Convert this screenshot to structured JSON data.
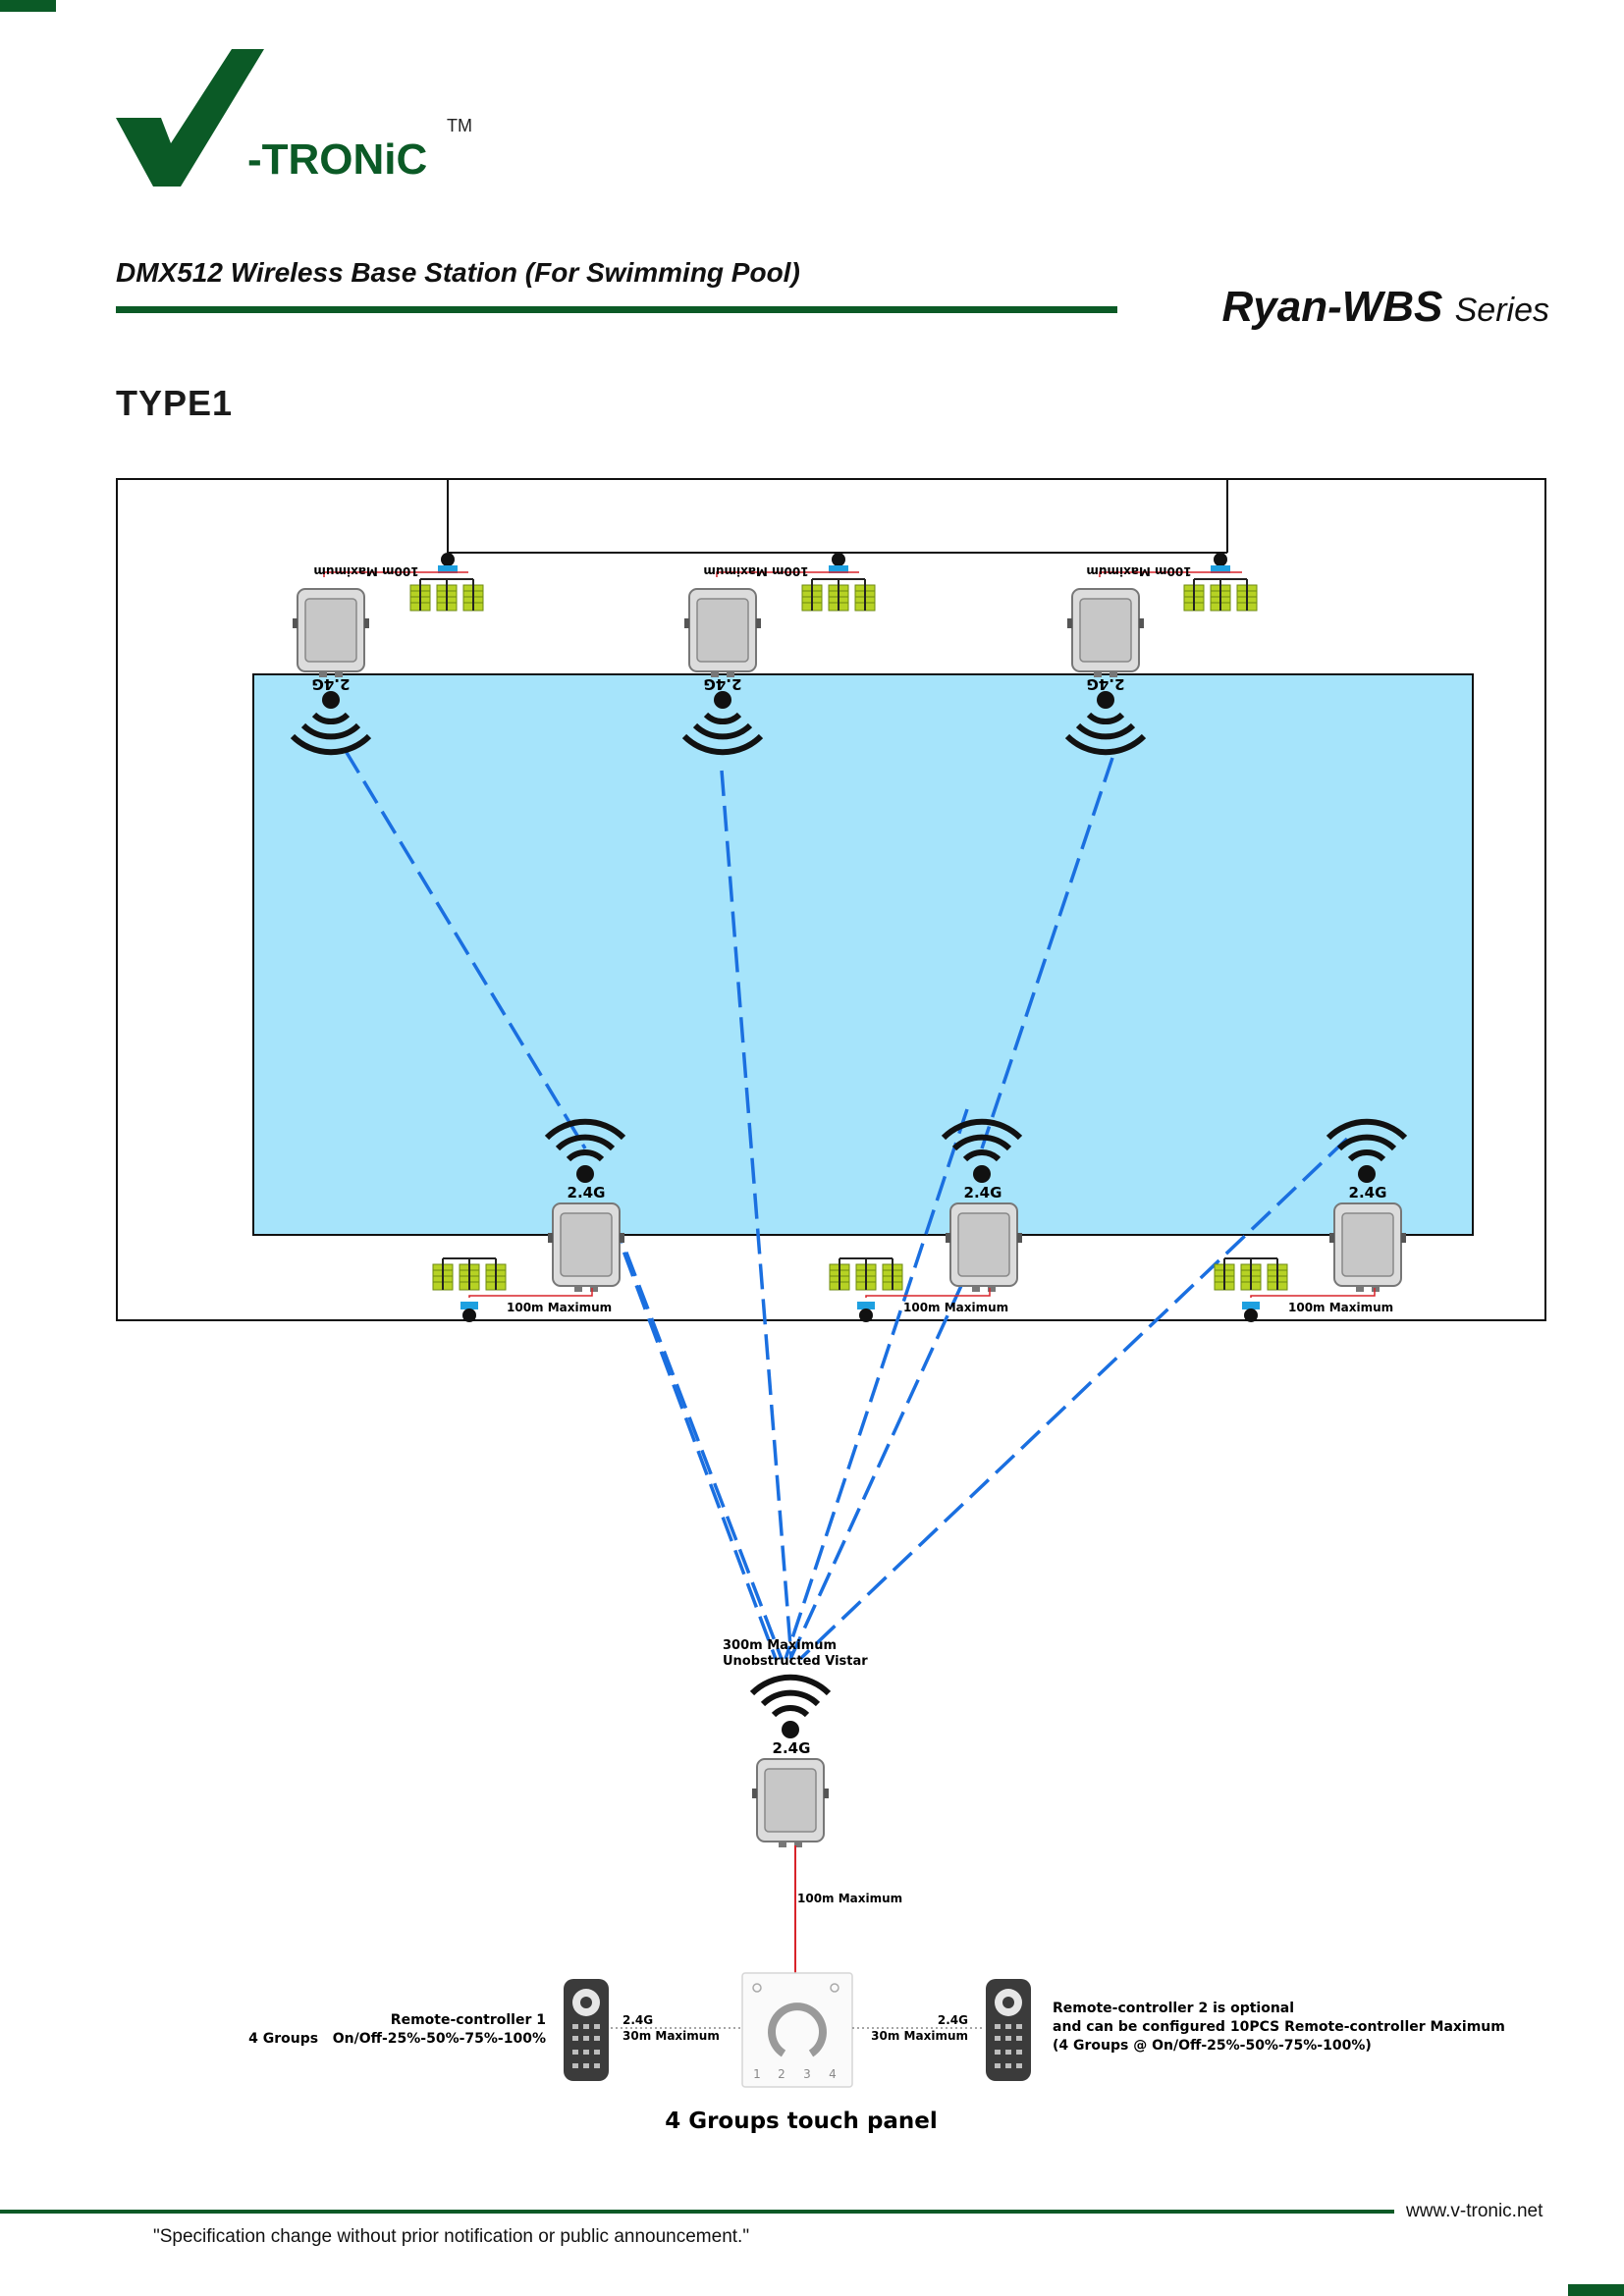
{
  "brand": {
    "name": "-TRONiC",
    "trademark": "TM"
  },
  "document": {
    "title": "DMX512 Wireless Base Station (For Swimming Pool)",
    "series_bold": "Ryan-WBS",
    "series_suffix": "Series",
    "type_heading": "TYPE1"
  },
  "diagram": {
    "frequency_label": "2.4G",
    "cable_label_mirrored": "100m Maximum",
    "cable_label": "100m Maximum",
    "range_line1": "300m Maximum",
    "range_line2": "Unobstructed Vistar",
    "hub_cable_label": "100m Maximum",
    "remote_range_label": "30m Maximum",
    "remote1_line1": "Remote-controller 1",
    "remote1_line2": "4 Groups   On/Off-25%-50%-75%-100%",
    "remote2_line1": "Remote-controller 2 is optional",
    "remote2_line2": "and can be configured 10PCS Remote-controller Maximum",
    "remote2_line3": "(4 Groups @ On/Off-25%-50%-75%-100%)",
    "panel_caption": "4 Groups touch panel",
    "panel_numbers": [
      "1",
      "2",
      "3",
      "4"
    ],
    "pool_color": "#a6e4fb",
    "link_color": "#1a6fe0",
    "cable_color": "#d8232a"
  },
  "footer": {
    "website": "www.v-tronic.net",
    "disclaimer": "\"Specification change without prior notification or public announcement.\""
  }
}
